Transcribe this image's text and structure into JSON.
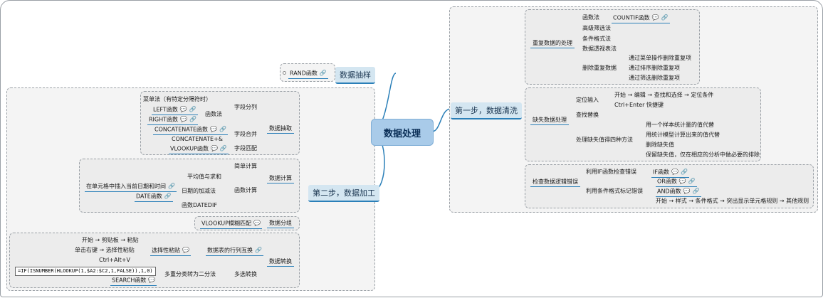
{
  "center": "数据处理",
  "main": {
    "sample": "数据抽样",
    "clean": "第一步，数据清洗",
    "process": "第二步，数据加工"
  },
  "sample_items": {
    "rand": "RAND函数"
  },
  "clean": {
    "dup": "重复数据的处理",
    "countif_method": "函数法",
    "countif": "COUNTIF函数",
    "adv_filter": "高级筛选法",
    "cond_format": "条件格式法",
    "pivot": "数据透视表法",
    "delete_dup": "删除重复数据",
    "del1": "通过菜单操作删除重复项",
    "del2": "通过排序删除重复项",
    "del3": "通过筛选删除重复项",
    "missing": "缺失数据处理",
    "locate": "定位输入",
    "locate1": "开始 → 编辑 → 查找和选择 → 定位条件",
    "locate2": "Ctrl+Enter 快捷键",
    "find": "查找替换",
    "four": "处理缺失值得四种方法",
    "four1": "用一个样本统计量的值代替",
    "four2": "用统计模型计算出来的值代替",
    "four3": "删除缺失值",
    "four4": "保留缺失值，仅在相应的分析中做必要的排除",
    "logic": "检查数据逻辑错误",
    "if_check": "利用IF函数检查错误",
    "if_fn": "IF函数",
    "cf_check": "利用条件格式标记错误",
    "or_fn": "OR函数",
    "and_fn": "AND函数",
    "cf_path": "开始 → 样式 → 条件格式 → 突出显示单元格规则 → 其他规则"
  },
  "process": {
    "extract": "数据抽取",
    "split": "字段分列",
    "menu_split": "菜单法（有特定分隔符时）",
    "func_method": "函数法",
    "left": "LEFT函数",
    "right": "RIGHT函数",
    "merge": "字段合并",
    "concat1": "CONCATENATE函数",
    "concat2": "CONCATENATE+&",
    "match": "字段匹配",
    "vlookup": "VLOOKUP函数",
    "calc": "数据计算",
    "simple": "简单计算",
    "func_calc": "函数计算",
    "avg": "平均值与求和",
    "date_calc": "日期的加减法",
    "insert_date": "在单元格中插入当前日期和时间",
    "date_fn": "DATE函数",
    "datedif": "函数DATEDIF",
    "group": "数据分组",
    "vlookup_fuzzy": "VLOOKUP模糊匹配",
    "convert": "数据转换",
    "transpose": "数据表的行列互换",
    "paste_special": "选择性粘贴",
    "p1": "开始 → 剪贴板 → 粘贴",
    "p2": "单击右键 → 选择性粘贴",
    "p3": "Ctrl+Alt+V",
    "multi": "多选转换",
    "multi_to_two": "多重分类转为二分法",
    "formula": "=IF(ISNUMBER(HLOOKUP(1,$A2:$C2,1,FALSE)),1,0)",
    "search": "SEARCH函数"
  },
  "colors": {
    "accent": "#2a7fb8",
    "center_bg": "#a9cbe9",
    "main_bg": "#d4e6f1"
  }
}
